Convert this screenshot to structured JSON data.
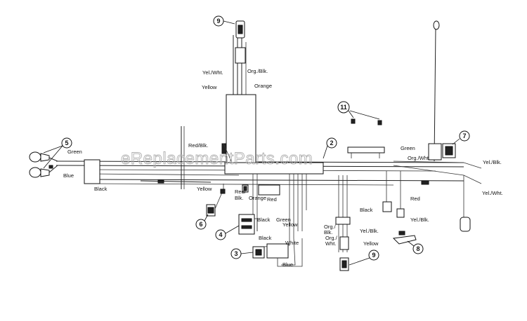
{
  "watermark": "eReplacementParts.com",
  "callouts": [
    {
      "id": "c-9a",
      "num": "9"
    },
    {
      "id": "c-11",
      "num": "11"
    },
    {
      "id": "c-2",
      "num": "2"
    },
    {
      "id": "c-7",
      "num": "7"
    },
    {
      "id": "c-5",
      "num": "5"
    },
    {
      "id": "c-6",
      "num": "6"
    },
    {
      "id": "c-4",
      "num": "4"
    },
    {
      "id": "c-3",
      "num": "3"
    },
    {
      "id": "c-9b",
      "num": "9"
    },
    {
      "id": "c-8",
      "num": "8"
    }
  ],
  "labels": {
    "yel_wht_top": "Yel./Wht.",
    "org_blk_top": "Org./Blk.",
    "yellow_top": "Yellow",
    "orange_top": "Orange",
    "green_left": "Green",
    "blue_left": "Blue",
    "black_left": "Black",
    "red_blk": "Red/Blk.",
    "yellow_mid": "Yellow",
    "red_blk_mid": "Red/",
    "blk_mid": "Blk.",
    "orange_mid": "Orange",
    "red_mid": "Red",
    "black_mid": "Black",
    "green_mid": "Green",
    "yellow_mid2": "Yellow",
    "black_lower": "Black",
    "white_lower": "White",
    "blue_lower": "Blue",
    "green_right": "Green",
    "org_wht_right": "Org./Wht.",
    "yel_blk_right": "Yel./Blk.",
    "yel_wht_right": "Yel./Wht.",
    "red_right": "Red",
    "black_right": "Black",
    "yel_blk_right2": "Yel./Blk.",
    "org_blk_lower": "Org./",
    "blk_lower": "Blk.",
    "org_wht_lower": "Org./",
    "wht_lower": "Wht.",
    "yel_blk_lower": "Yel./Blk.",
    "yellow_lower": "Yellow"
  }
}
